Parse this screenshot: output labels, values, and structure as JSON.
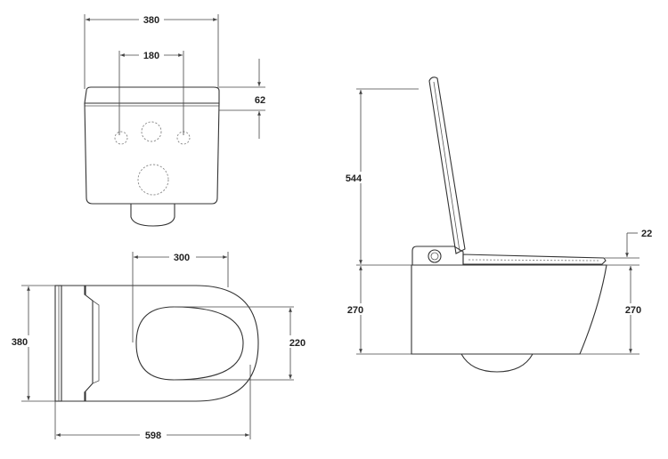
{
  "colors": {
    "line": "#333333",
    "dimension": "#444444",
    "background": "#ffffff"
  },
  "dimensions": {
    "front_width": "380",
    "front_bolt_spacing": "180",
    "front_lid_height": "62",
    "top_bolt_spacing": "300",
    "top_width": "380",
    "top_bowl_width": "220",
    "top_length": "598",
    "side_lid_height": "544",
    "side_seat_thickness": "22",
    "side_height_left": "270",
    "side_height_right": "270"
  }
}
